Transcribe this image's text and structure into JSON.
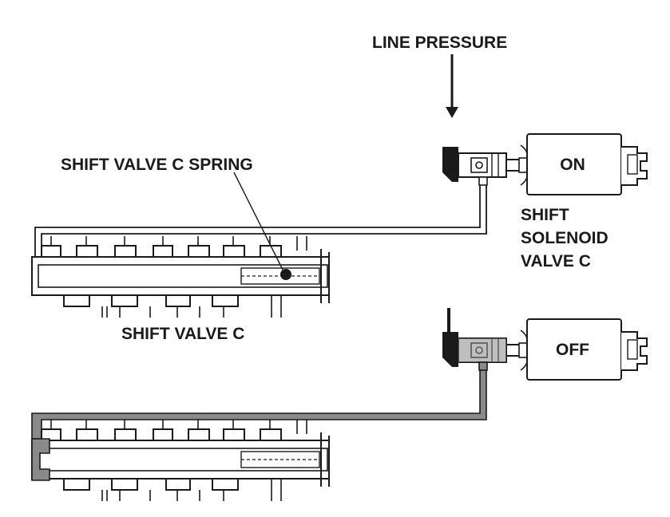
{
  "labels": {
    "line_pressure": "LINE PRESSURE",
    "spring": "SHIFT VALVE C SPRING",
    "solenoid_line1": "SHIFT",
    "solenoid_line2": "SOLENOID",
    "solenoid_line3": "VALVE C",
    "shift_valve": "SHIFT VALVE C"
  },
  "states": {
    "top": "ON",
    "bottom": "OFF"
  },
  "colors": {
    "line": "#1a1a1a",
    "pressurized": "#8a8a8a",
    "background": "#ffffff"
  },
  "icons": [
    "arrow-down-icon",
    "solenoid-valve-icon",
    "spool-valve-icon",
    "check-ball-icon"
  ]
}
